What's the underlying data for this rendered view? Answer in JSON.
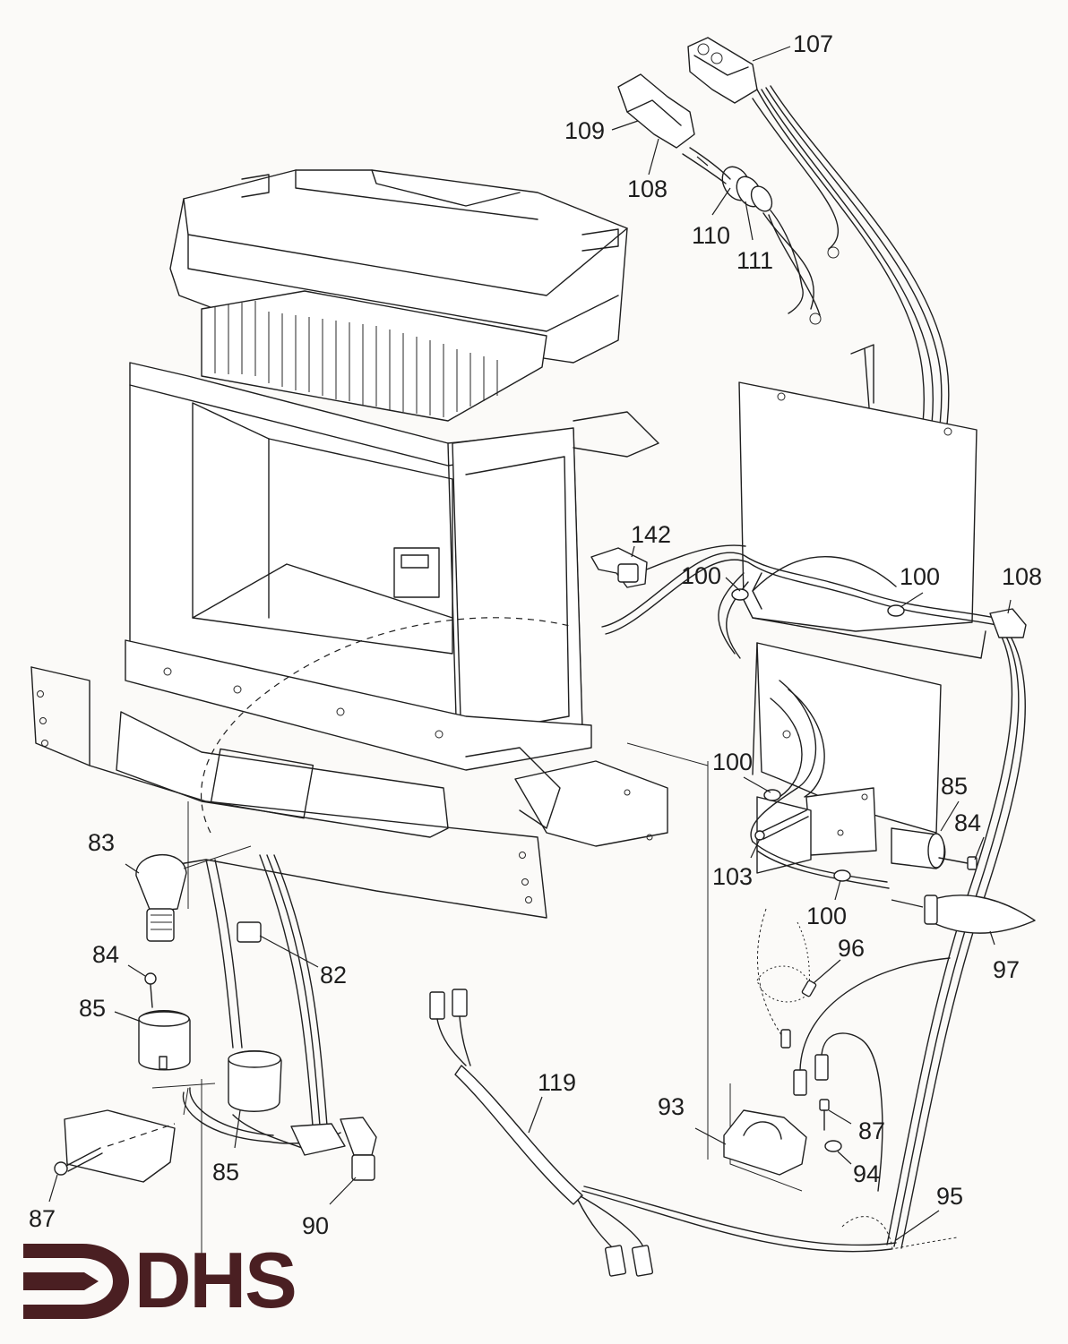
{
  "colors": {
    "brand": "#4a1f22",
    "line": "#1f1f1f",
    "paper": "#fbfaf8"
  },
  "logo": {
    "text": "DHS",
    "icon": "arrow-chevron-logo-icon"
  },
  "callouts": {
    "c107": "107",
    "c109": "109",
    "c108a": "108",
    "c110": "110",
    "c111": "111",
    "c142": "142",
    "c100a": "100",
    "c100b": "100",
    "c108b": "108",
    "c100c": "100",
    "c85a": "85",
    "c84a": "84",
    "c103": "103",
    "c100d": "100",
    "c97": "97",
    "c96": "96",
    "c83": "83",
    "c84b": "84",
    "c85b": "85",
    "c82": "82",
    "c85c": "85",
    "c87a": "87",
    "c90": "90",
    "c119": "119",
    "c93": "93",
    "c87b": "87",
    "c94": "94",
    "c95": "95"
  }
}
